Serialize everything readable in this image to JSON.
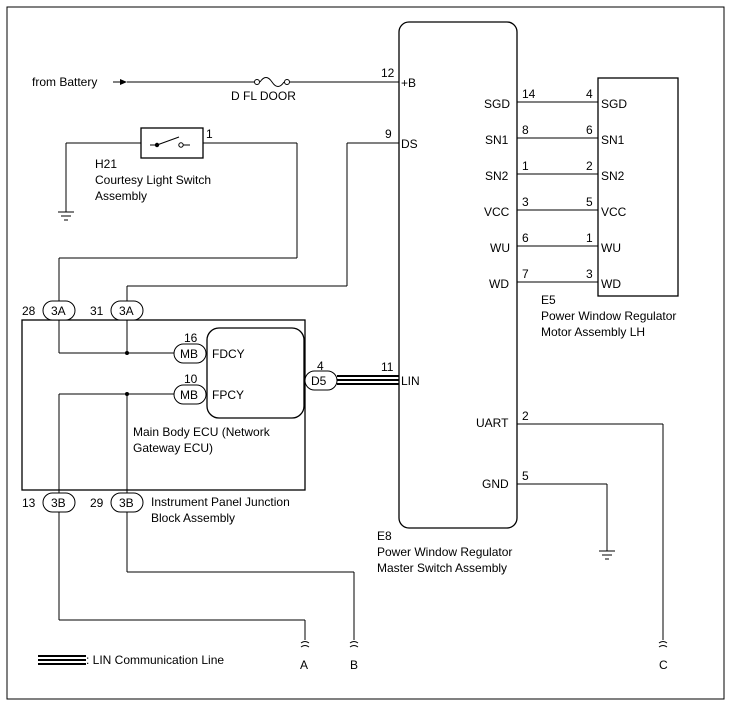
{
  "battery": {
    "label": "from Battery"
  },
  "fuse": {
    "label": "D FL DOOR"
  },
  "courtesy": {
    "code": "H21",
    "name1": "Courtesy Light Switch",
    "name2": "Assembly",
    "pin": "1"
  },
  "master": {
    "code": "E8",
    "name1": "Power Window Regulator",
    "name2": "Master Switch Assembly",
    "pins": [
      {
        "num": "12",
        "label": "+B"
      },
      {
        "num": "9",
        "label": "DS"
      },
      {
        "num": "11",
        "label": "LIN"
      },
      {
        "num": "14",
        "label": "SGD"
      },
      {
        "num": "8",
        "label": "SN1"
      },
      {
        "num": "1",
        "label": "SN2"
      },
      {
        "num": "3",
        "label": "VCC"
      },
      {
        "num": "6",
        "label": "WU"
      },
      {
        "num": "7",
        "label": "WD"
      },
      {
        "num": "2",
        "label": "UART"
      },
      {
        "num": "5",
        "label": "GND"
      }
    ]
  },
  "motor": {
    "code": "E5",
    "name1": "Power Window Regulator",
    "name2": "Motor Assembly LH",
    "pins": [
      {
        "num": "4",
        "label": "SGD"
      },
      {
        "num": "6",
        "label": "SN1"
      },
      {
        "num": "2",
        "label": "SN2"
      },
      {
        "num": "5",
        "label": "VCC"
      },
      {
        "num": "1",
        "label": "WU"
      },
      {
        "num": "3",
        "label": "WD"
      }
    ]
  },
  "junction": {
    "name1": "Instrument Panel Junction",
    "name2": "Block Assembly",
    "connectors": [
      {
        "pin": "28",
        "conn": "3A"
      },
      {
        "pin": "31",
        "conn": "3A"
      },
      {
        "pin": "13",
        "conn": "3B"
      },
      {
        "pin": "29",
        "conn": "3B"
      }
    ]
  },
  "ecu": {
    "name1": "Main Body ECU (Network",
    "name2": "Gateway ECU)",
    "pins": [
      {
        "num": "16",
        "conn": "MB",
        "label": "FDCY"
      },
      {
        "num": "10",
        "conn": "MB",
        "label": "FPCY"
      }
    ]
  },
  "lin_connector": {
    "pin": "4",
    "conn": "D5"
  },
  "terminals": [
    "A",
    "B",
    "C"
  ],
  "legend": {
    "label": ": LIN Communication Line"
  }
}
